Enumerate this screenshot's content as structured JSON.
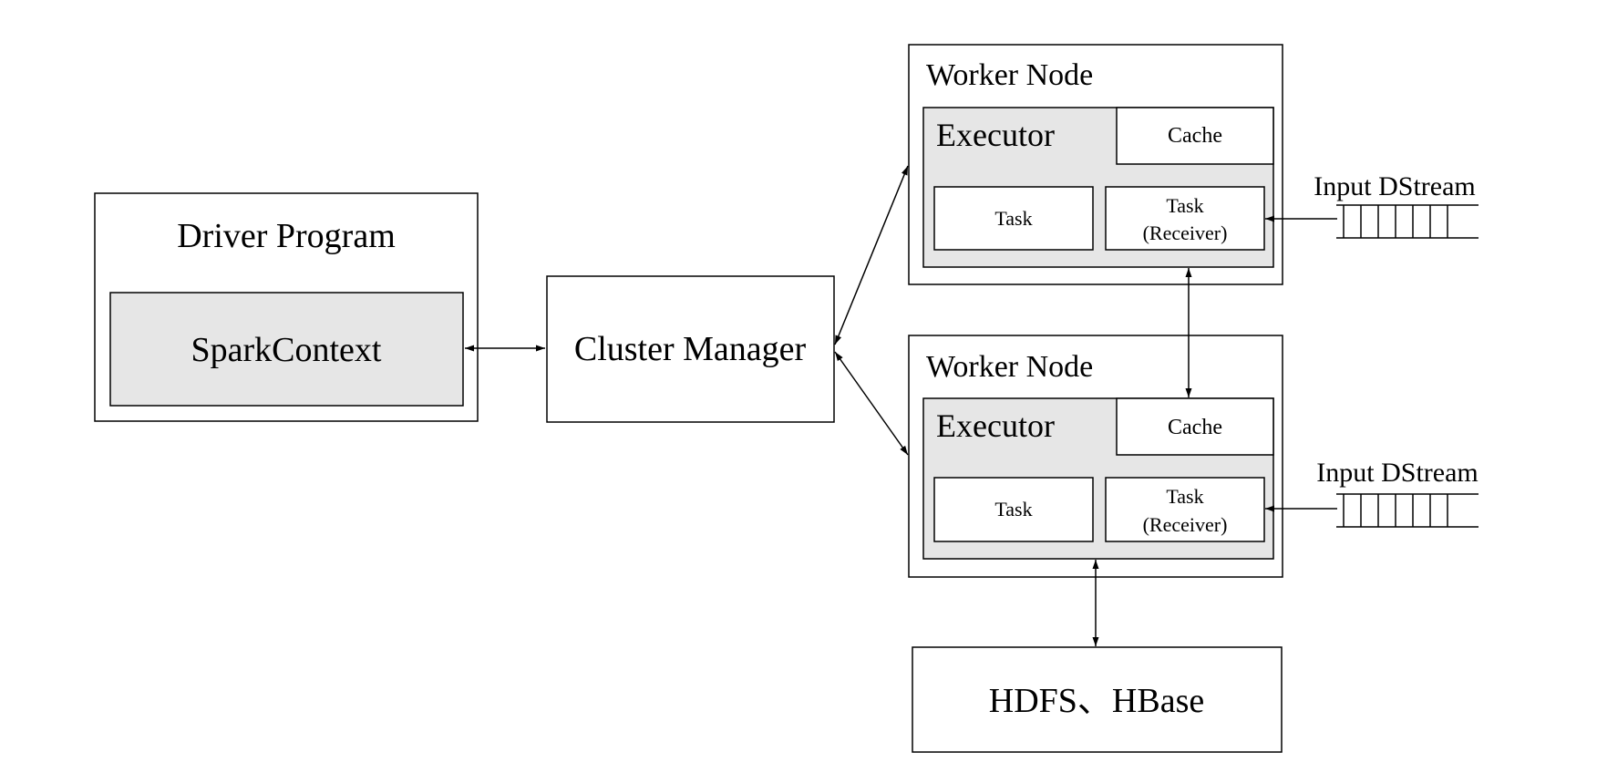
{
  "driver": {
    "title": "Driver Program",
    "context": "SparkContext"
  },
  "cluster_manager": {
    "label": "Cluster Manager"
  },
  "workers": [
    {
      "title": "Worker Node",
      "executor": "Executor",
      "cache": "Cache",
      "task": "Task",
      "receiver_line1": "Task",
      "receiver_line2": "(Receiver)",
      "input": "Input DStream"
    },
    {
      "title": "Worker Node",
      "executor": "Executor",
      "cache": "Cache",
      "task": "Task",
      "receiver_line1": "Task",
      "receiver_line2": "(Receiver)",
      "input": "Input DStream"
    }
  ],
  "storage": {
    "label": "HDFS、HBase"
  }
}
